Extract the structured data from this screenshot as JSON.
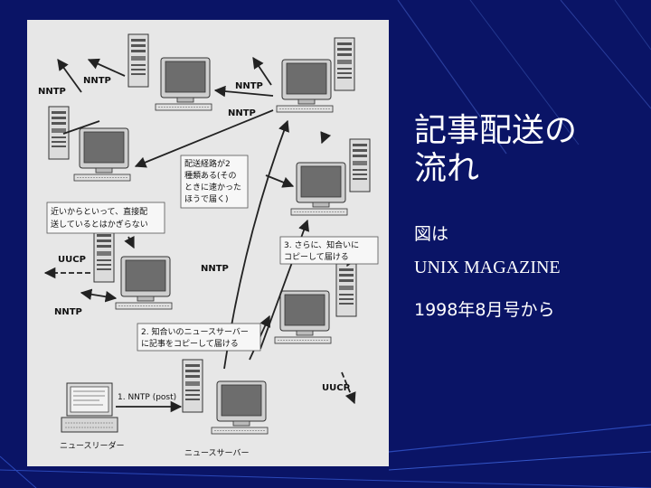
{
  "slide": {
    "title_line1": "記事配送の",
    "title_line2": "流れ",
    "intro": "図は",
    "magazine": "UNIX MAGAZINE",
    "date": "1998年8月号から"
  },
  "figure": {
    "labels": {
      "nntp_top_left": "NNTP",
      "nntp_top_center": "NNTP",
      "nntp_top_right": "NNTP",
      "nntp_upper_right": "NNTP",
      "nntp_middle": "NNTP",
      "nntp_left_lower": "NNTP",
      "uucp_left": "UUCP",
      "uucp_right": "UUCP",
      "post_label": "1. NNTP (post)",
      "reader_caption": "ニュースリーダー",
      "server_caption": "ニュースサーバー"
    },
    "notes": {
      "route_line1": "配送経路が2",
      "route_line2": "種類ある(その",
      "route_line3": "ときに速かった",
      "route_line4": "ほうで届く)",
      "near_line1": "近いからといって、直接配",
      "near_line2": "送しているとはかぎらない",
      "step3_line1": "3. さらに、知合いに",
      "step3_line2": "コピーして届ける",
      "step2_line1": "2. 知合いのニュースサーバー",
      "step2_line2": "に記事をコピーして届ける"
    }
  },
  "colors": {
    "background": "#0a1466",
    "figure_bg": "#e7e7e7",
    "text": "#ffffff"
  }
}
